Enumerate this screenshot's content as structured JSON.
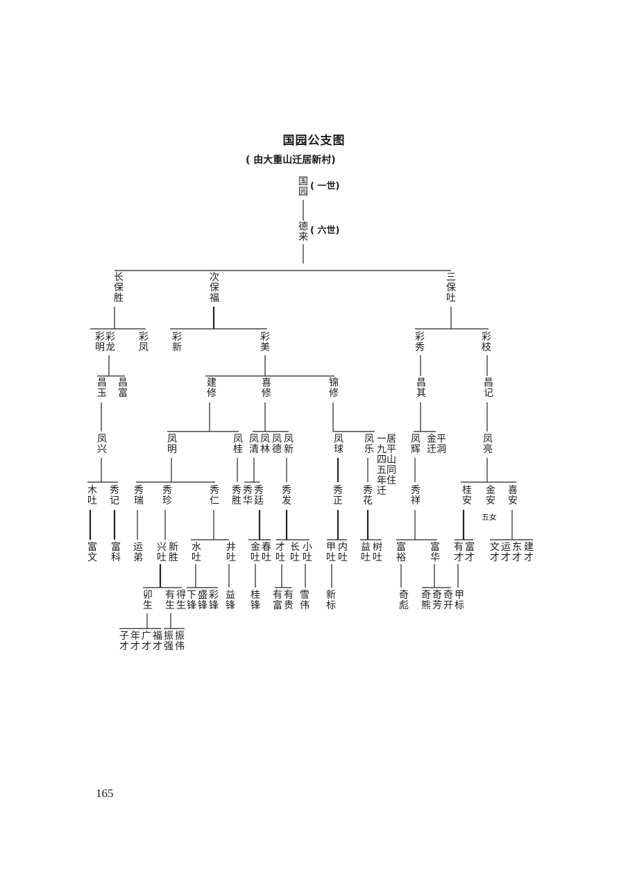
{
  "title": "国园公支图",
  "subtitle": "( 由大重山迁居新村)",
  "gen_labels": {
    "first": "( 一世)",
    "sixth": "( 六世)"
  },
  "page_number": "165",
  "note_jinan": "五女",
  "people": {
    "guoyuan": [
      "国园"
    ],
    "delai": [
      "德来"
    ],
    "baosheng": [
      "长保胜"
    ],
    "baofu": [
      "次保福"
    ],
    "baotu": [
      "三保吐"
    ],
    "caiming": [
      "彩明"
    ],
    "cailong": [
      "彩龙"
    ],
    "caifeng": [
      "彩凤"
    ],
    "caixin": [
      "彩新"
    ],
    "caimei": [
      "彩美"
    ],
    "caixiu": [
      "彩秀"
    ],
    "caizhi": [
      "彩枝"
    ],
    "changyu": [
      "昌玉"
    ],
    "changfu": [
      "昌富"
    ],
    "jianxiu": [
      "建修"
    ],
    "xixiu": [
      "喜修"
    ],
    "jinxiu": [
      "锦修"
    ],
    "changqi": [
      "昌其"
    ],
    "changji": [
      "昌记"
    ],
    "fengxing": [
      "凤兴"
    ],
    "fengming": [
      "凤明"
    ],
    "fenggui": [
      "凤桂"
    ],
    "fengqing": [
      "凤清"
    ],
    "fenglin": [
      "凤林"
    ],
    "fengde": [
      "凤德"
    ],
    "fengxin": [
      "凤新"
    ],
    "fengqiu": [
      "凤球"
    ],
    "fengle": [
      "凤乐"
    ],
    "fenghui": [
      "凤辉"
    ],
    "jinqian": [
      "金迁平洞"
    ],
    "fengliang": [
      "凤亮"
    ],
    "fengle_note": [
      "一九四五年迁",
      "居平山同住"
    ],
    "mutu": [
      "木吐"
    ],
    "xiuji": [
      "秀记"
    ],
    "xiurui": [
      "秀瑞"
    ],
    "xiuzhen": [
      "秀珍"
    ],
    "xiuren": [
      "秀仁"
    ],
    "xiusheng": [
      "秀胜"
    ],
    "xiuhua": [
      "秀华"
    ],
    "xiuting": [
      "秀廷"
    ],
    "xiufa": [
      "秀发"
    ],
    "xiuzheng": [
      "秀正"
    ],
    "xiuhua2": [
      "秀花"
    ],
    "xiuxiang": [
      "秀祥"
    ],
    "guian": [
      "桂安"
    ],
    "jinan": [
      "金安"
    ],
    "xian": [
      "喜安"
    ],
    "fuwen": [
      "富文"
    ],
    "fuke": [
      "富科"
    ],
    "yundi": [
      "运弟"
    ],
    "xingtu": [
      "兴吐"
    ],
    "xinsheng": [
      "新胜"
    ],
    "shuitu": [
      "水吐"
    ],
    "jingtu": [
      "井吐"
    ],
    "jintu": [
      "金吐"
    ],
    "chuntu": [
      "春吐"
    ],
    "caitu": [
      "才吐"
    ],
    "changtu": [
      "长吐"
    ],
    "xiaotu": [
      "小吐"
    ],
    "jiatu": [
      "甲吐"
    ],
    "neitu": [
      "内吐"
    ],
    "yitu": [
      "益吐"
    ],
    "shutu": [
      "树吐"
    ],
    "fuyu": [
      "富裕"
    ],
    "fuhua": [
      "富华"
    ],
    "youcai": [
      "有才"
    ],
    "fucai": [
      "富才"
    ],
    "wencai": [
      "文才"
    ],
    "yuncai": [
      "运才"
    ],
    "dongcai": [
      "东才"
    ],
    "jiancai": [
      "建才"
    ],
    "maosheng": [
      "卯生"
    ],
    "yousheng": [
      "有生"
    ],
    "desheng": [
      "得生"
    ],
    "xiafeng": [
      "下锋"
    ],
    "shengfeng": [
      "盛锋"
    ],
    "caifeng2": [
      "彩锋"
    ],
    "yifeng": [
      "益锋"
    ],
    "guifeng": [
      "桂锋"
    ],
    "youfu": [
      "有富"
    ],
    "yougui": [
      "有贵"
    ],
    "xuewei": [
      "雪伟"
    ],
    "xinbiao": [
      "新标"
    ],
    "qibiao": [
      "奇彪"
    ],
    "qixiong": [
      "奇熊"
    ],
    "qifang": [
      "奇芳"
    ],
    "qikai": [
      "奇开"
    ],
    "jiabiao": [
      "甲标"
    ],
    "zicai": [
      "子才"
    ],
    "niancai": [
      "年才"
    ],
    "guangcai": [
      "广才"
    ],
    "fucai2": [
      "福才"
    ],
    "zhenqiang": [
      "振强"
    ],
    "zhenwei": [
      "振伟"
    ]
  }
}
